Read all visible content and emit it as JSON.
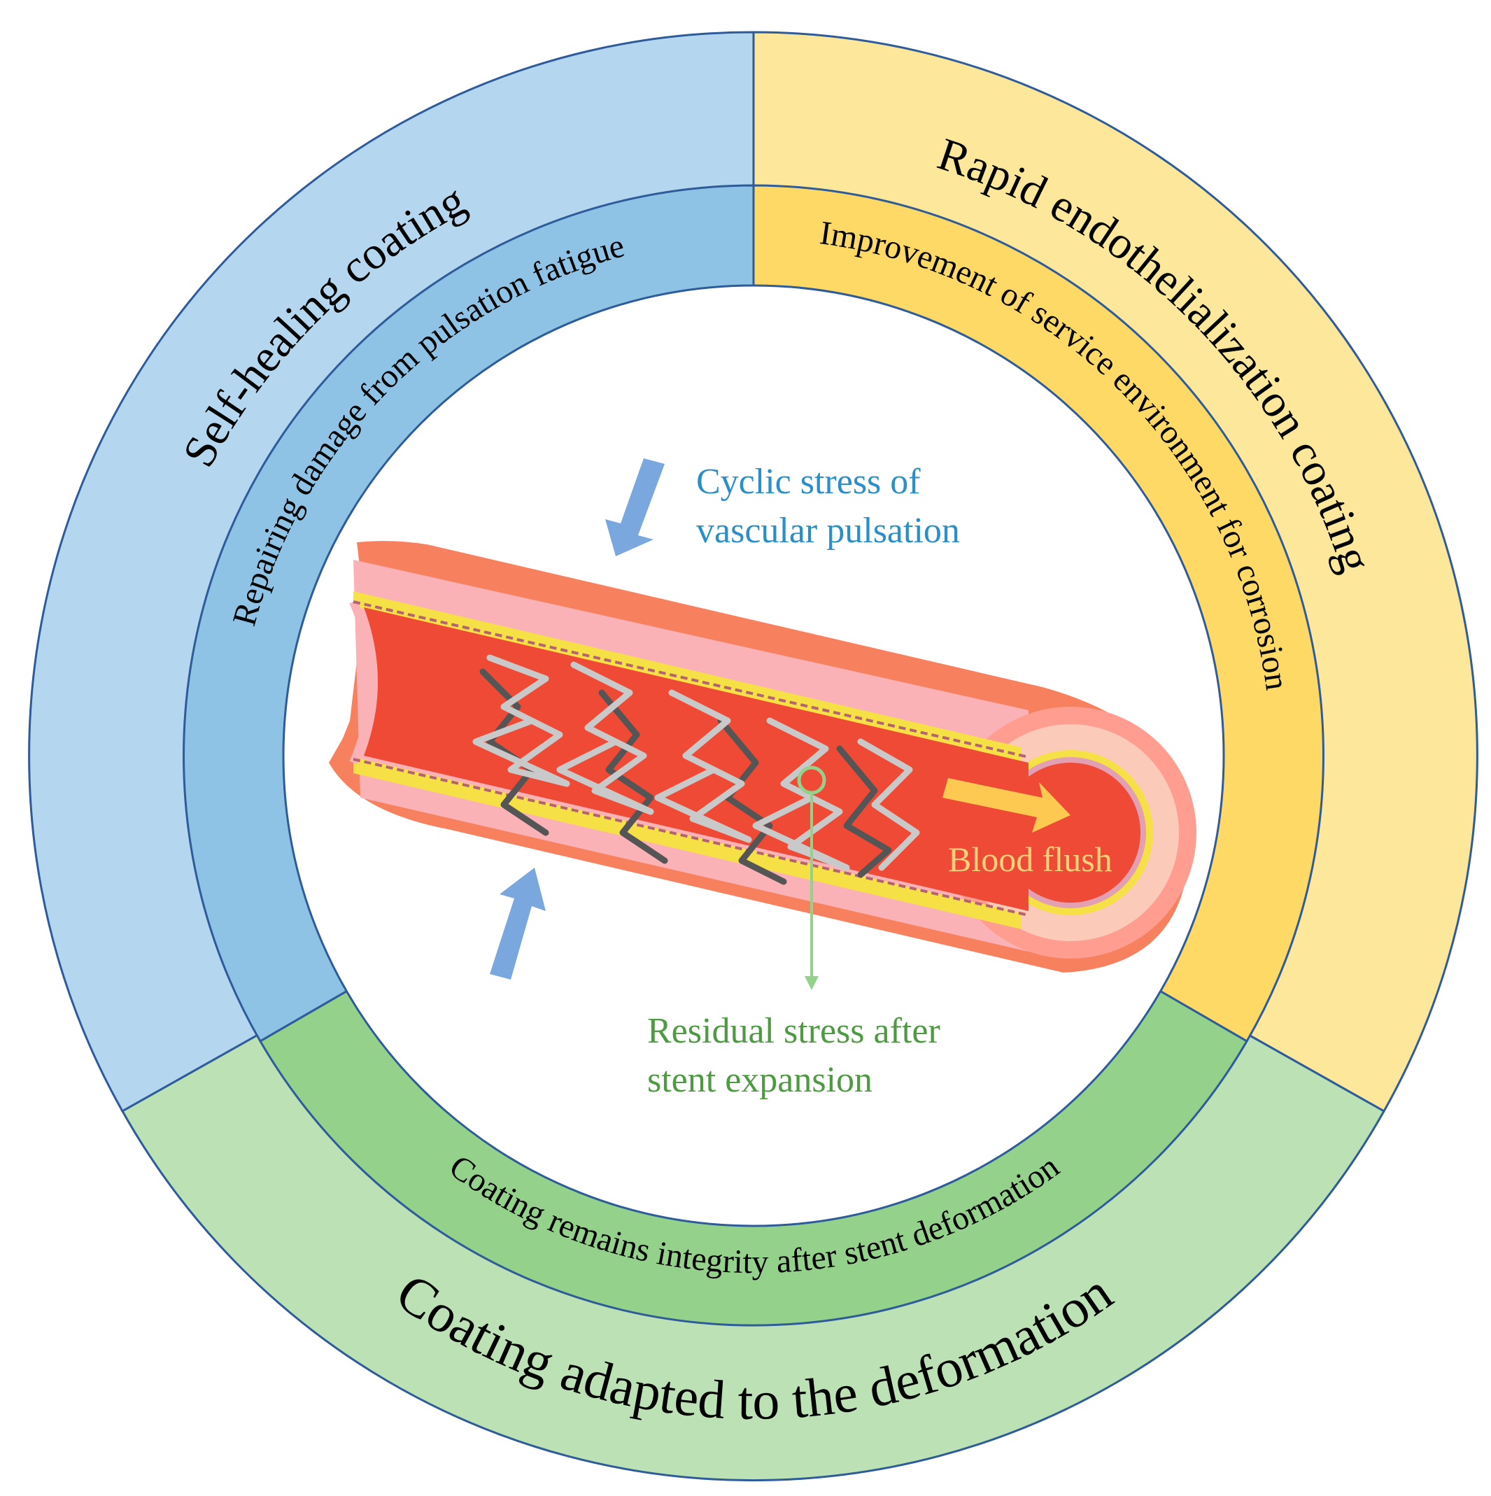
{
  "outer_ring": {
    "left_label": "Self-healing coating",
    "right_label": "Rapid endothelialization coating",
    "bottom_label": "Coating adapted to the deformation"
  },
  "inner_ring": {
    "left_label": "Repairing damage from pulsation fatigue",
    "right_label": "Improvement of service environment for corrosion",
    "bottom_label": "Coating remains integrity after stent deformation"
  },
  "center": {
    "cyclic_stress_line1": "Cyclic stress of",
    "cyclic_stress_line2": "vascular pulsation",
    "residual_stress_line1": "Residual stress after",
    "residual_stress_line2": "stent expansion",
    "blood_flush": "Blood flush"
  },
  "colors": {
    "blue_outer": "#b4d6ee",
    "blue_inner": "#8ec3e6",
    "yellow_outer": "#fde79b",
    "yellow_inner": "#fed966",
    "green_outer": "#bbe1b4",
    "green_inner": "#94d18a",
    "ring_stroke": "#2e5b9a",
    "vessel_wall": "#f7815f",
    "vessel_lumen": "#ee4a35",
    "intima_pink": "#fbb2b7",
    "plaque_yellow": "#f5e045",
    "stent_gray": "#c9c9c9",
    "arrow_blue": "#7aa8de",
    "text_blue": "#2a8fc9",
    "text_green": "#4e9a42",
    "text_orange": "#fbd27a",
    "arrow_yellow": "#fdc950"
  }
}
